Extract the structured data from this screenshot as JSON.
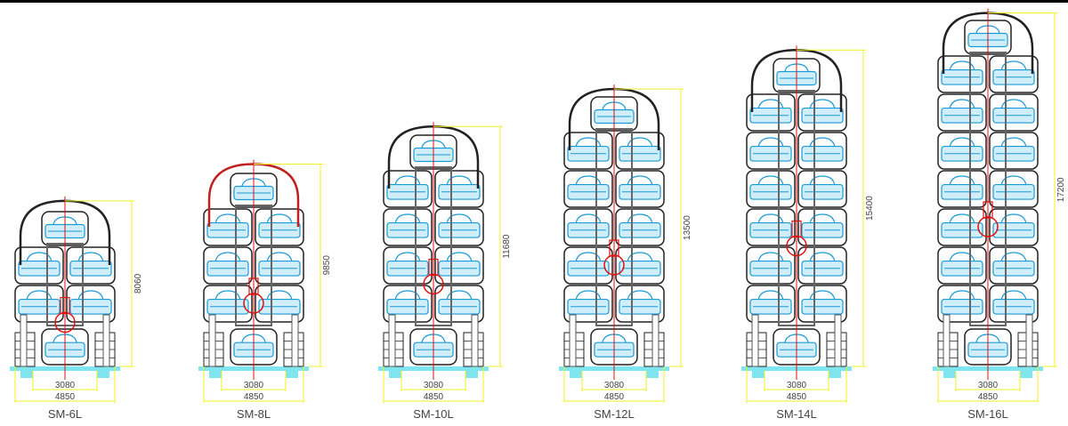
{
  "colors": {
    "structure": "#222222",
    "car": "#1a9ad6",
    "centerline": "#e01010",
    "dimension": "#f0f020",
    "ground": "#7fe6f0",
    "label": "#444444"
  },
  "models": [
    {
      "name": "SM-6L",
      "height": "8060",
      "inner_width": "3080",
      "outer_width": "4850",
      "cars": 6
    },
    {
      "name": "SM-8L",
      "height": "9850",
      "inner_width": "3080",
      "outer_width": "4850",
      "cars": 8
    },
    {
      "name": "SM-10L",
      "height": "11680",
      "inner_width": "3080",
      "outer_width": "4850",
      "cars": 10
    },
    {
      "name": "SM-12L",
      "height": "13500",
      "inner_width": "3080",
      "outer_width": "4850",
      "cars": 12
    },
    {
      "name": "SM-14L",
      "height": "15400",
      "inner_width": "3080",
      "outer_width": "4850",
      "cars": 14
    },
    {
      "name": "SM-16L",
      "height": "17200",
      "inner_width": "3080",
      "outer_width": "4850",
      "cars": 16
    }
  ]
}
